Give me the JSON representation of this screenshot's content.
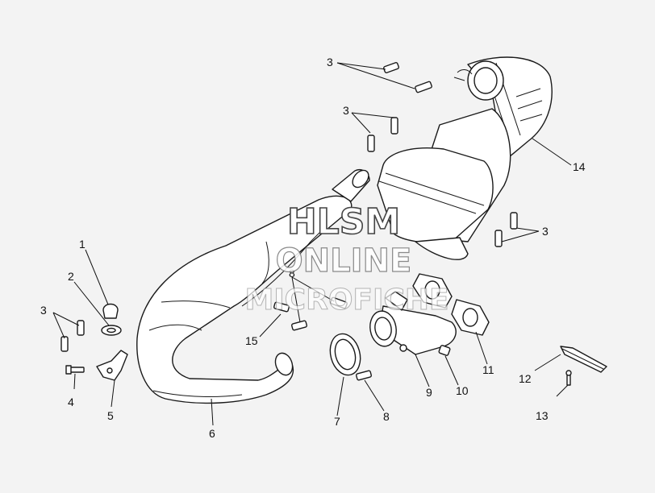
{
  "diagram": {
    "callouts": {
      "c1": "1",
      "c2": "2",
      "c3a": "3",
      "c3b": "3",
      "c3c": "3",
      "c3d": "3",
      "c4": "4",
      "c5": "5",
      "c6": "6",
      "c7": "7",
      "c8a": "8",
      "c8b": "8",
      "c9": "9",
      "c10": "10",
      "c11": "11",
      "c12": "12",
      "c13": "13",
      "c14": "14",
      "c15": "15"
    },
    "watermark": {
      "line1": "HLSM",
      "line2": "ONLINE",
      "line3": "MICROFICHE"
    }
  }
}
